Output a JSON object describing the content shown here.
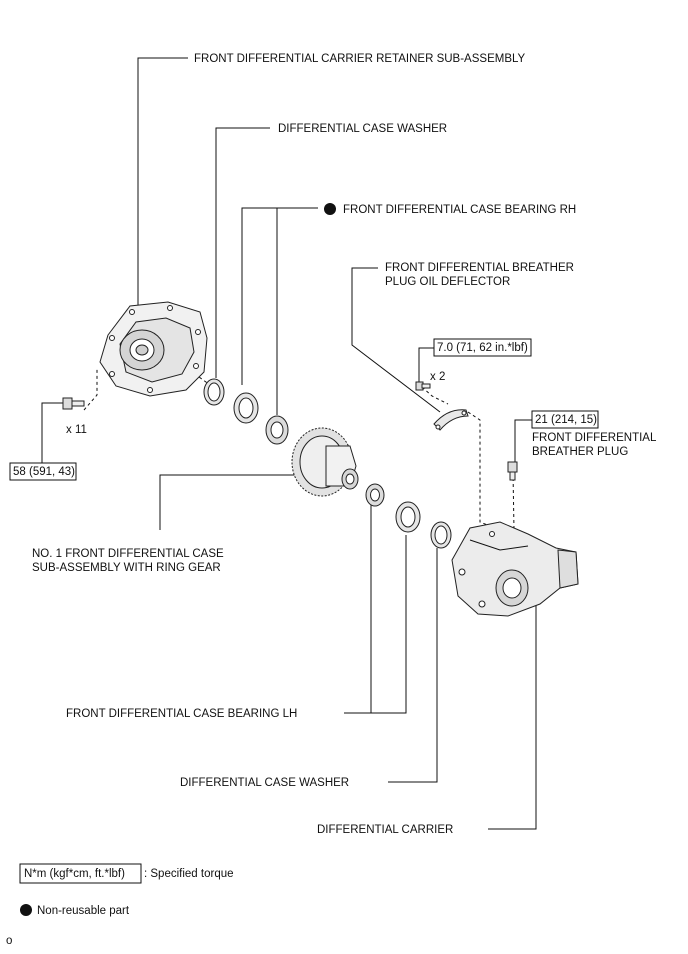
{
  "labels": {
    "retainer": "FRONT DIFFERENTIAL CARRIER RETAINER SUB-ASSEMBLY",
    "washer_top": "DIFFERENTIAL CASE WASHER",
    "bearing_rh": "FRONT DIFFERENTIAL CASE BEARING RH",
    "deflector_1": "FRONT DIFFERENTIAL BREATHER",
    "deflector_2": "PLUG OIL DEFLECTOR",
    "breather_1": "FRONT DIFFERENTIAL",
    "breather_2": "BREATHER PLUG",
    "case_1": "NO. 1 FRONT DIFFERENTIAL CASE",
    "case_2": "SUB-ASSEMBLY WITH RING GEAR",
    "bearing_lh": "FRONT DIFFERENTIAL CASE BEARING LH",
    "washer_bottom": "DIFFERENTIAL CASE WASHER",
    "carrier": "DIFFERENTIAL CARRIER"
  },
  "torques": {
    "deflector_bolt": "7.0 (71, 62 in.*lbf)",
    "breather_plug": "21 (214, 15)",
    "retainer_bolts": "58 (591, 43)"
  },
  "quantities": {
    "retainer_bolts": "x 11",
    "deflector_bolts": "x 2"
  },
  "legend": {
    "torque_box": "N*m (kgf*cm, ft.*lbf)",
    "torque_text": ": Specified torque",
    "nonreusable_text": "Non-reusable part"
  },
  "footer_mark": "o"
}
